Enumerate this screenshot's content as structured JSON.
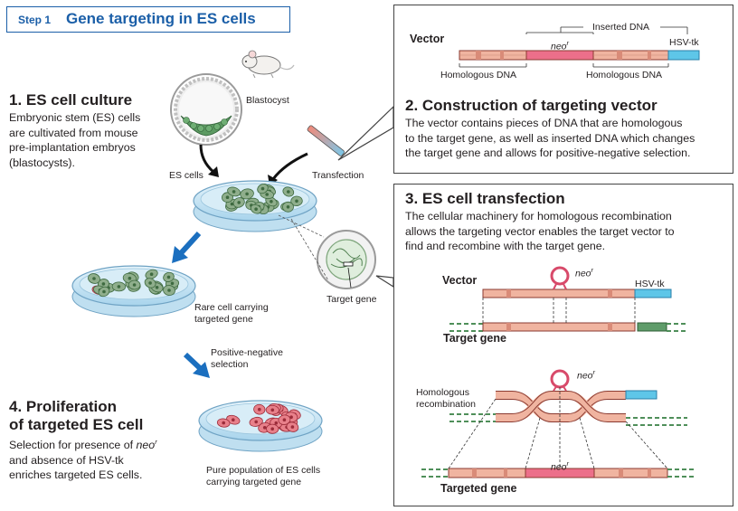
{
  "header": {
    "step": "Step 1",
    "title": "Gene targeting in ES cells"
  },
  "section1": {
    "heading": "1.  ES cell culture",
    "body": [
      "Embryonic stem (ES) cells",
      "are cultivated from mouse",
      "pre-implantation embryos",
      "(blastocysts)."
    ]
  },
  "section2": {
    "heading": "2.  Construction of targeting vector",
    "body": [
      "The vector contains pieces of DNA that are homologous",
      "to the target gene, as well as inserted DNA which changes",
      "the target gene and allows for positive-negative selection."
    ],
    "labels": {
      "vector": "Vector",
      "inserted_dna": "Inserted DNA",
      "neo": "neo",
      "neo_sup": "r",
      "hsv": "HSV-tk",
      "homologous_left": "Homologous DNA",
      "homologous_right": "Homologous DNA"
    }
  },
  "section3": {
    "heading": "3.  ES cell transfection",
    "body": [
      "The cellular machinery for homologous recombination",
      "allows the targeting vector enables the target vector to",
      "find and recombine with the target gene."
    ],
    "labels": {
      "vector": "Vector",
      "neo": "neo",
      "neo_sup": "r",
      "hsv": "HSV-tk",
      "target_gene": "Target gene",
      "homologous_recombination_1": "Homologous",
      "homologous_recombination_2": "recombination",
      "targeted_gene": "Targeted gene"
    }
  },
  "section4": {
    "heading_1": "4.  Proliferation",
    "heading_2": "of targeted ES cell",
    "body_1": "Selection for presence of ",
    "body_neo": "neo",
    "body_neo_sup": "r",
    "body_rest": [
      "and absence of HSV-tk",
      "enriches targeted ES cells."
    ]
  },
  "labels": {
    "blastocyst": "Blastocyst",
    "es_cells": "ES cells",
    "transfection": "Transfection",
    "target_gene": "Target gene",
    "rare_cell": [
      "Rare cell carrying",
      "targeted gene"
    ],
    "positive_negative": [
      "Positive-negative",
      "selection"
    ],
    "pure_population": [
      "Pure population of ES cells",
      "carrying targeted gene"
    ]
  },
  "colors": {
    "brand_blue": "#1b5fa8",
    "dna_salmon": "#f0b4a0",
    "neo_pink": "#ec6f8a",
    "hsv_cyan": "#5ec6e8",
    "homology_green": "#4f8f5a",
    "cell_green": "#8fae8c",
    "cell_red": "#e8808a",
    "dish_blue": "#bfe1f2"
  }
}
